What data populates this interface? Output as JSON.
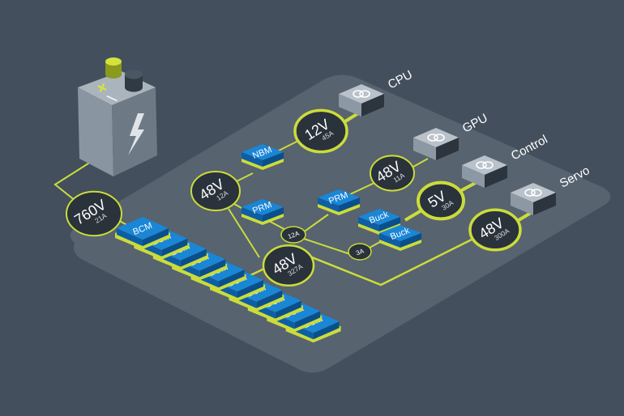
{
  "accent_color": "#cbdc3b",
  "module_color": "#1273c4",
  "board_color": "#57636f",
  "battery": {
    "plus_symbol": "+",
    "minus_symbol": "—",
    "icon": "lightning-bolt-icon"
  },
  "loads": [
    {
      "label": "CPU",
      "icon": "dual-ring-icon"
    },
    {
      "label": "GPU",
      "icon": "dual-ring-icon"
    },
    {
      "label": "Control",
      "icon": "dual-ring-icon"
    },
    {
      "label": "Servo",
      "icon": "dual-ring-icon"
    }
  ],
  "rails": [
    {
      "voltage": "760V",
      "current": "21A"
    },
    {
      "voltage": "48V",
      "current": "12A"
    },
    {
      "voltage": "12V",
      "current": "45A"
    },
    {
      "voltage": "48V",
      "current": "11A"
    },
    {
      "voltage": "5V",
      "current": "30A"
    },
    {
      "voltage": "48V",
      "current": "300A"
    },
    {
      "voltage": "48V",
      "current": "327A"
    }
  ],
  "branch_currents": [
    "12A",
    "3A"
  ],
  "modules": {
    "nbm": "NBM",
    "prm_left": "PRM",
    "prm_right": "PRM",
    "buck_top": "Buck",
    "buck_bottom": "Buck",
    "bcm": [
      "BCM",
      "BCM",
      "BCM",
      "BCM",
      "BCM",
      "BCM",
      "BCM",
      "BCM",
      "BCM",
      "BCM"
    ]
  }
}
